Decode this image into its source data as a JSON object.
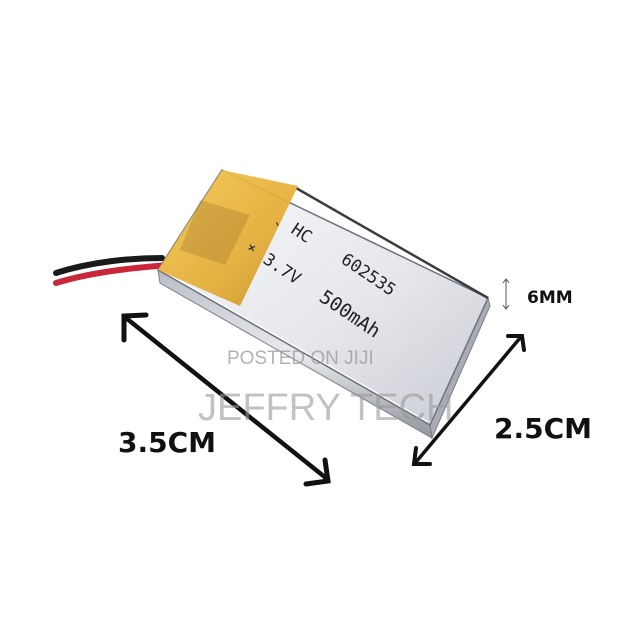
{
  "product": {
    "type": "lithium polymer battery",
    "brand_code": "HC",
    "model": "602535",
    "voltage": "3.7V",
    "capacity": "500mAh",
    "terminal_marks": {
      "negative": "-",
      "positive": "+"
    }
  },
  "dimensions": {
    "length_label": "3.5CM",
    "width_label": "2.5CM",
    "thickness_label": "6MM"
  },
  "watermark": {
    "line1": "POSTED ON JIJI",
    "line2": "JEFFRY TECH"
  },
  "colors": {
    "background": "#ffffff",
    "cell_body": "#d8dbe2",
    "cell_highlight": "#f4f5f8",
    "cell_edge": "#8a8d94",
    "kapton_tape": "#e8b23a",
    "wire_red": "#c8283a",
    "wire_black": "#1a1a1a",
    "arrow": "#111111",
    "watermark": "#9a9a9a"
  }
}
